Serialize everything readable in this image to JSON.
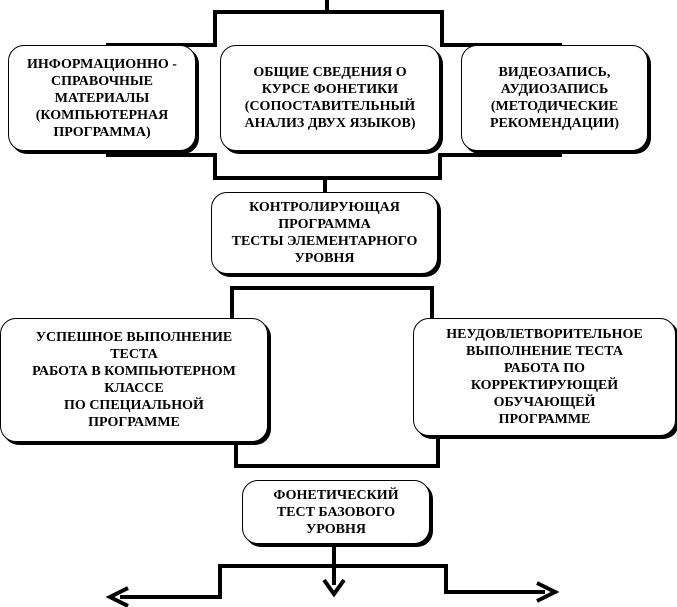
{
  "boxes": {
    "info": "ИНФОРМАЦИОННО -\nСПРАВОЧНЫЕ\nМАТЕРИАЛЫ\n(КОМПЬЮТЕРНАЯ\nПРОГРАММА)",
    "course": "ОБЩИЕ СВЕДЕНИЯ О\nКУРСЕ ФОНЕТИКИ\n(СОПОСТАВИТЕЛЬНЫЙ\nАНАЛИЗ ДВУХ ЯЗЫКОВ)",
    "video": "ВИДЕОЗАПИСЬ,\nАУДИОЗАПИСЬ\n(МЕТОДИЧЕСКИЕ\nРЕКОМЕНДАЦИИ)",
    "control": "КОНТРОЛИРУЮЩАЯ\nПРОГРАММА\nТЕСТЫ ЭЛЕМЕНТАРНОГО\nУРОВНЯ",
    "success": "УСПЕШНОЕ ВЫПОЛНЕНИЕ\nТЕСТА\nРАБОТА В КОМПЬЮТЕРНОМ\nКЛАССЕ\nПО СПЕЦИАЛЬНОЙ\nПРОГРАММЕ",
    "fail": "НЕУДОВЛЕТВОРИТЕЛЬНОЕ\nВЫПОЛНЕНИЕ ТЕСТА\nРАБОТА ПО\nКОРРЕКТИРУЮЩЕЙ\nОБУЧАЮЩЕЙ\nПРОГРАММЕ",
    "phonetic": "ФОНЕТИЧЕСКИЙ\nТЕСТ БАЗОВОГО\nУРОВНЯ"
  },
  "colors": {
    "line": "#000000",
    "box_bg": "#ffffff",
    "shadow": "#000000"
  }
}
